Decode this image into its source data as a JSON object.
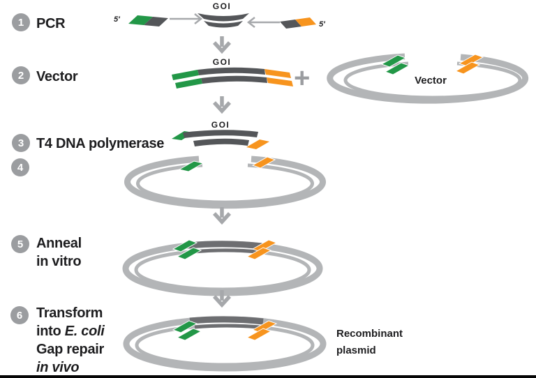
{
  "palette": {
    "ring_gray": "#b3b5b7",
    "dark_strand": "#545659",
    "arc_dark": "#6d6e71",
    "green": "#229747",
    "orange": "#f7941e",
    "badge_gray": "#9b9da0",
    "arrow_gray": "#a6a8ab",
    "text_black": "#1d1d1f"
  },
  "steps": [
    {
      "number": "1",
      "label": "PCR"
    },
    {
      "number": "2",
      "label": "Vector"
    },
    {
      "number": "3",
      "label": "T4 DNA polymerase"
    },
    {
      "number": "4"
    },
    {
      "number": "5",
      "line1": "Anneal",
      "line2": "in vitro"
    },
    {
      "number": "6",
      "line1": "Transform",
      "line2_prefix": "into ",
      "line2_italic": "E. coli",
      "line3": "Gap repair",
      "line4_italic": "in vivo"
    }
  ],
  "diagram": {
    "goi_label_1": "GOI",
    "goi_label_2": "GOI",
    "goi_label_3": "GOI",
    "five_prime_forward": "5′",
    "five_prime_reverse": "5′",
    "plus_sign": "+",
    "vector_label": "Vector",
    "recombinant_line1": "Recombinant",
    "recombinant_line2": "plasmid"
  }
}
